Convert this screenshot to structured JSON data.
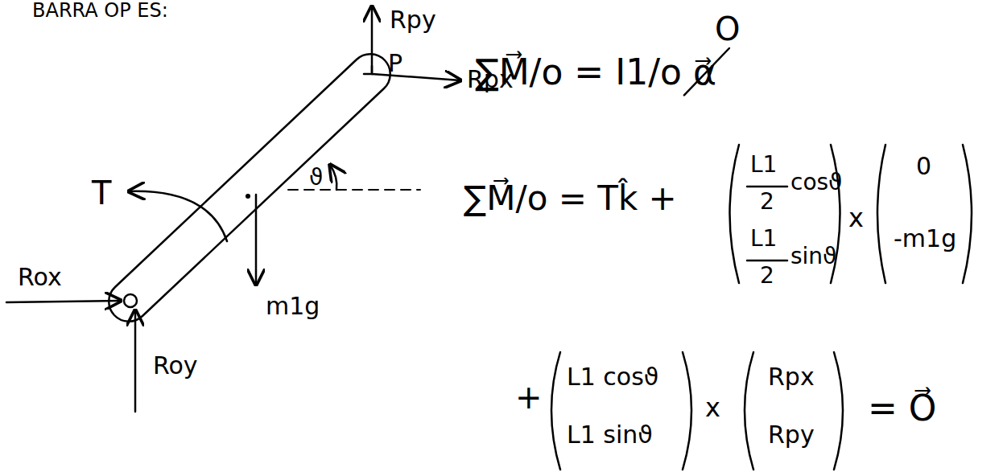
{
  "diagram": {
    "labels": [
      "BARRA OP ES:",
      "Rpy",
      "P",
      "Rpx",
      "T",
      "ϑ",
      "Rox",
      "m1g",
      "Roy",
      "∑M⃗/o = I1/o α⃗",
      "O",
      "∑M⃗/o = Tk̂ +",
      "L1",
      "2",
      "cosϑ",
      "L1",
      "2",
      "sinϑ",
      "x",
      "0",
      "-m1g",
      "+",
      "L1 cosϑ",
      "L1 sinϑ",
      "x",
      "Rpx",
      "Rpy",
      "= O⃗"
    ]
  }
}
